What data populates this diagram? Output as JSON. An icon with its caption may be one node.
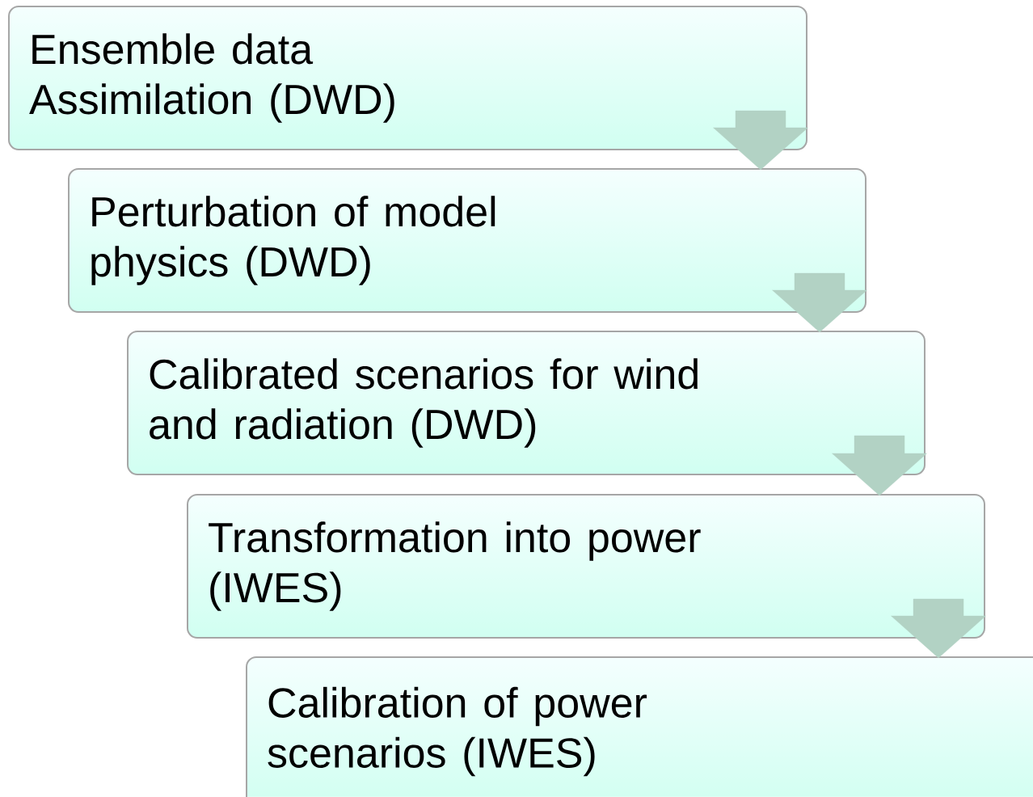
{
  "diagram": {
    "nodes": [
      {
        "text": [
          "Ensemble data Assimilation (DWD)"
        ]
      },
      {
        "text": [
          "Perturbation of model physics (DWD)"
        ]
      },
      {
        "text": [
          "Calibrated scenarios for wind and radiation (DWD)"
        ]
      },
      {
        "text": [
          "Transformation into power (IWES)"
        ]
      },
      {
        "text": [
          "Calibration of power scenarios (IWES)"
        ]
      }
    ],
    "edges": [
      {
        "from": 0,
        "to": 1,
        "arrow": "to"
      },
      {
        "from": 1,
        "to": 2,
        "arrow": "to"
      },
      {
        "from": 2,
        "to": 3,
        "arrow": "to"
      },
      {
        "from": 3,
        "to": 4,
        "arrow": "to"
      }
    ]
  }
}
